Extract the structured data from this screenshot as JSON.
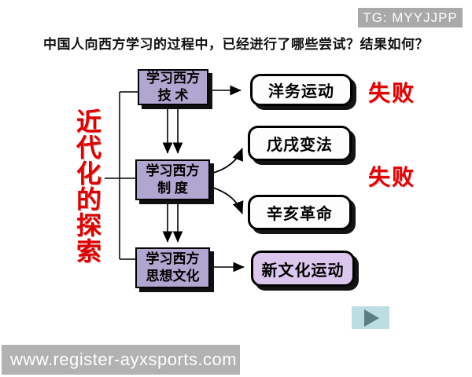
{
  "badge": {
    "label": "TG: MYYJJPP"
  },
  "title": "中国人向西方学习的过程中，已经进行了哪些尝试？结果如何？",
  "theme_label": "近代化的探索",
  "diagram": {
    "stages": [
      {
        "line1": "学习西方",
        "line2": "技 术"
      },
      {
        "line1": "学习西方",
        "line2": "制 度"
      },
      {
        "line1": "学习西方",
        "line2": "思想文化"
      }
    ],
    "movements": [
      {
        "label": "洋务运动"
      },
      {
        "label": "戊戌变法"
      },
      {
        "label": "辛亥革命"
      },
      {
        "label": "新文化运动"
      }
    ],
    "results": [
      {
        "label": "失败"
      },
      {
        "label": "失败"
      }
    ]
  },
  "colors": {
    "stage_fill": "#b0a6cf",
    "movement_fill": "#fdfdfd",
    "new_culture_fill": "#dbc7ed",
    "result_red": "#e60000",
    "theme_red": "#e00000",
    "badge_gray": "#a9a9a9",
    "watermark_gray": "#b2b2b2",
    "play_button_bg": "#bcdde1",
    "play_triangle": "#5b7e86"
  },
  "watermark": {
    "text": "www.register-ayxsports.com"
  }
}
